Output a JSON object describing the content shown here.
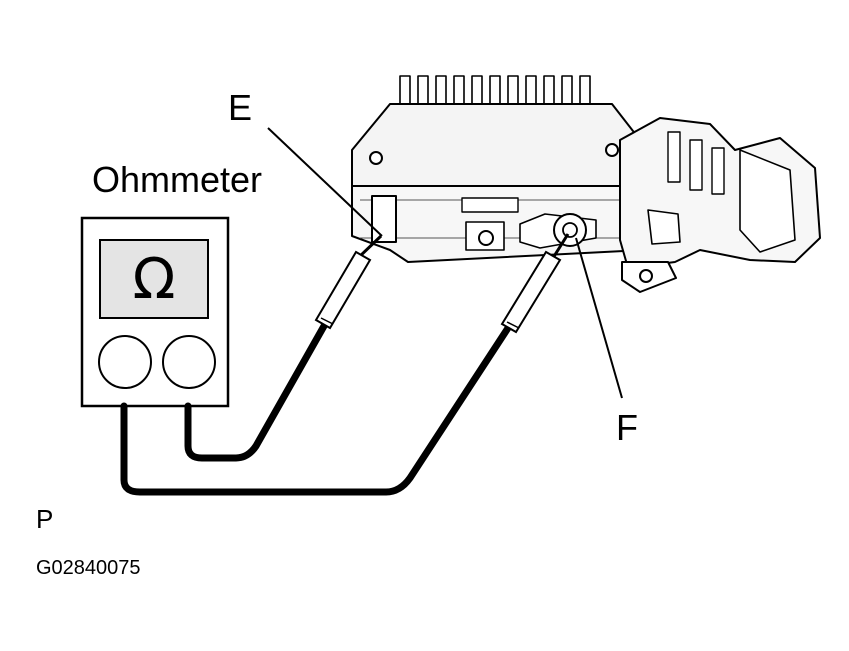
{
  "labels": {
    "meter_name": "Ohmmeter",
    "terminal_e": "E",
    "terminal_f": "F",
    "corner_mark": "P",
    "figure_code": "G02840075",
    "meter_symbol": "Ω"
  },
  "colors": {
    "ink": "#000000",
    "paper": "#ffffff",
    "meter_display": "#e4e4e4",
    "regulator_body": "#f2f2f2"
  }
}
